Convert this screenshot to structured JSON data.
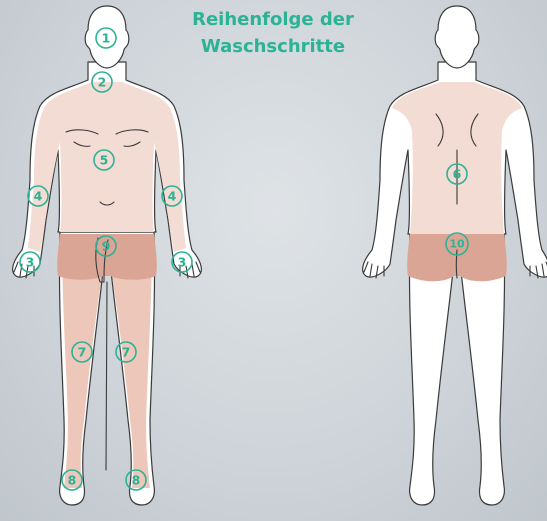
{
  "title": {
    "line1": "Reihenfolge der",
    "line2": "Waschschritte"
  },
  "colors": {
    "title": "#2cb295",
    "badge": "#2cb295",
    "skin_zone": "#f3dcd3",
    "leg_zone": "#ecc7ba",
    "genital_zone": "#dba596",
    "background": "#cfd5da"
  },
  "steps_front": [
    {
      "number": "1",
      "region": "Gesicht"
    },
    {
      "number": "2",
      "region": "Hals"
    },
    {
      "number": "3",
      "region": "Hand rechts"
    },
    {
      "number": "3",
      "region": "Hand links"
    },
    {
      "number": "4",
      "region": "Arm rechts"
    },
    {
      "number": "4",
      "region": "Arm links"
    },
    {
      "number": "5",
      "region": "Oberkörper"
    },
    {
      "number": "7",
      "region": "Bein rechts"
    },
    {
      "number": "7",
      "region": "Bein links"
    },
    {
      "number": "8",
      "region": "Fuß rechts"
    },
    {
      "number": "8",
      "region": "Fuß links"
    },
    {
      "number": "9",
      "region": "Intimbereich"
    }
  ],
  "steps_back": [
    {
      "number": "6",
      "region": "Rücken"
    },
    {
      "number": "10",
      "region": "Gesäß"
    }
  ]
}
